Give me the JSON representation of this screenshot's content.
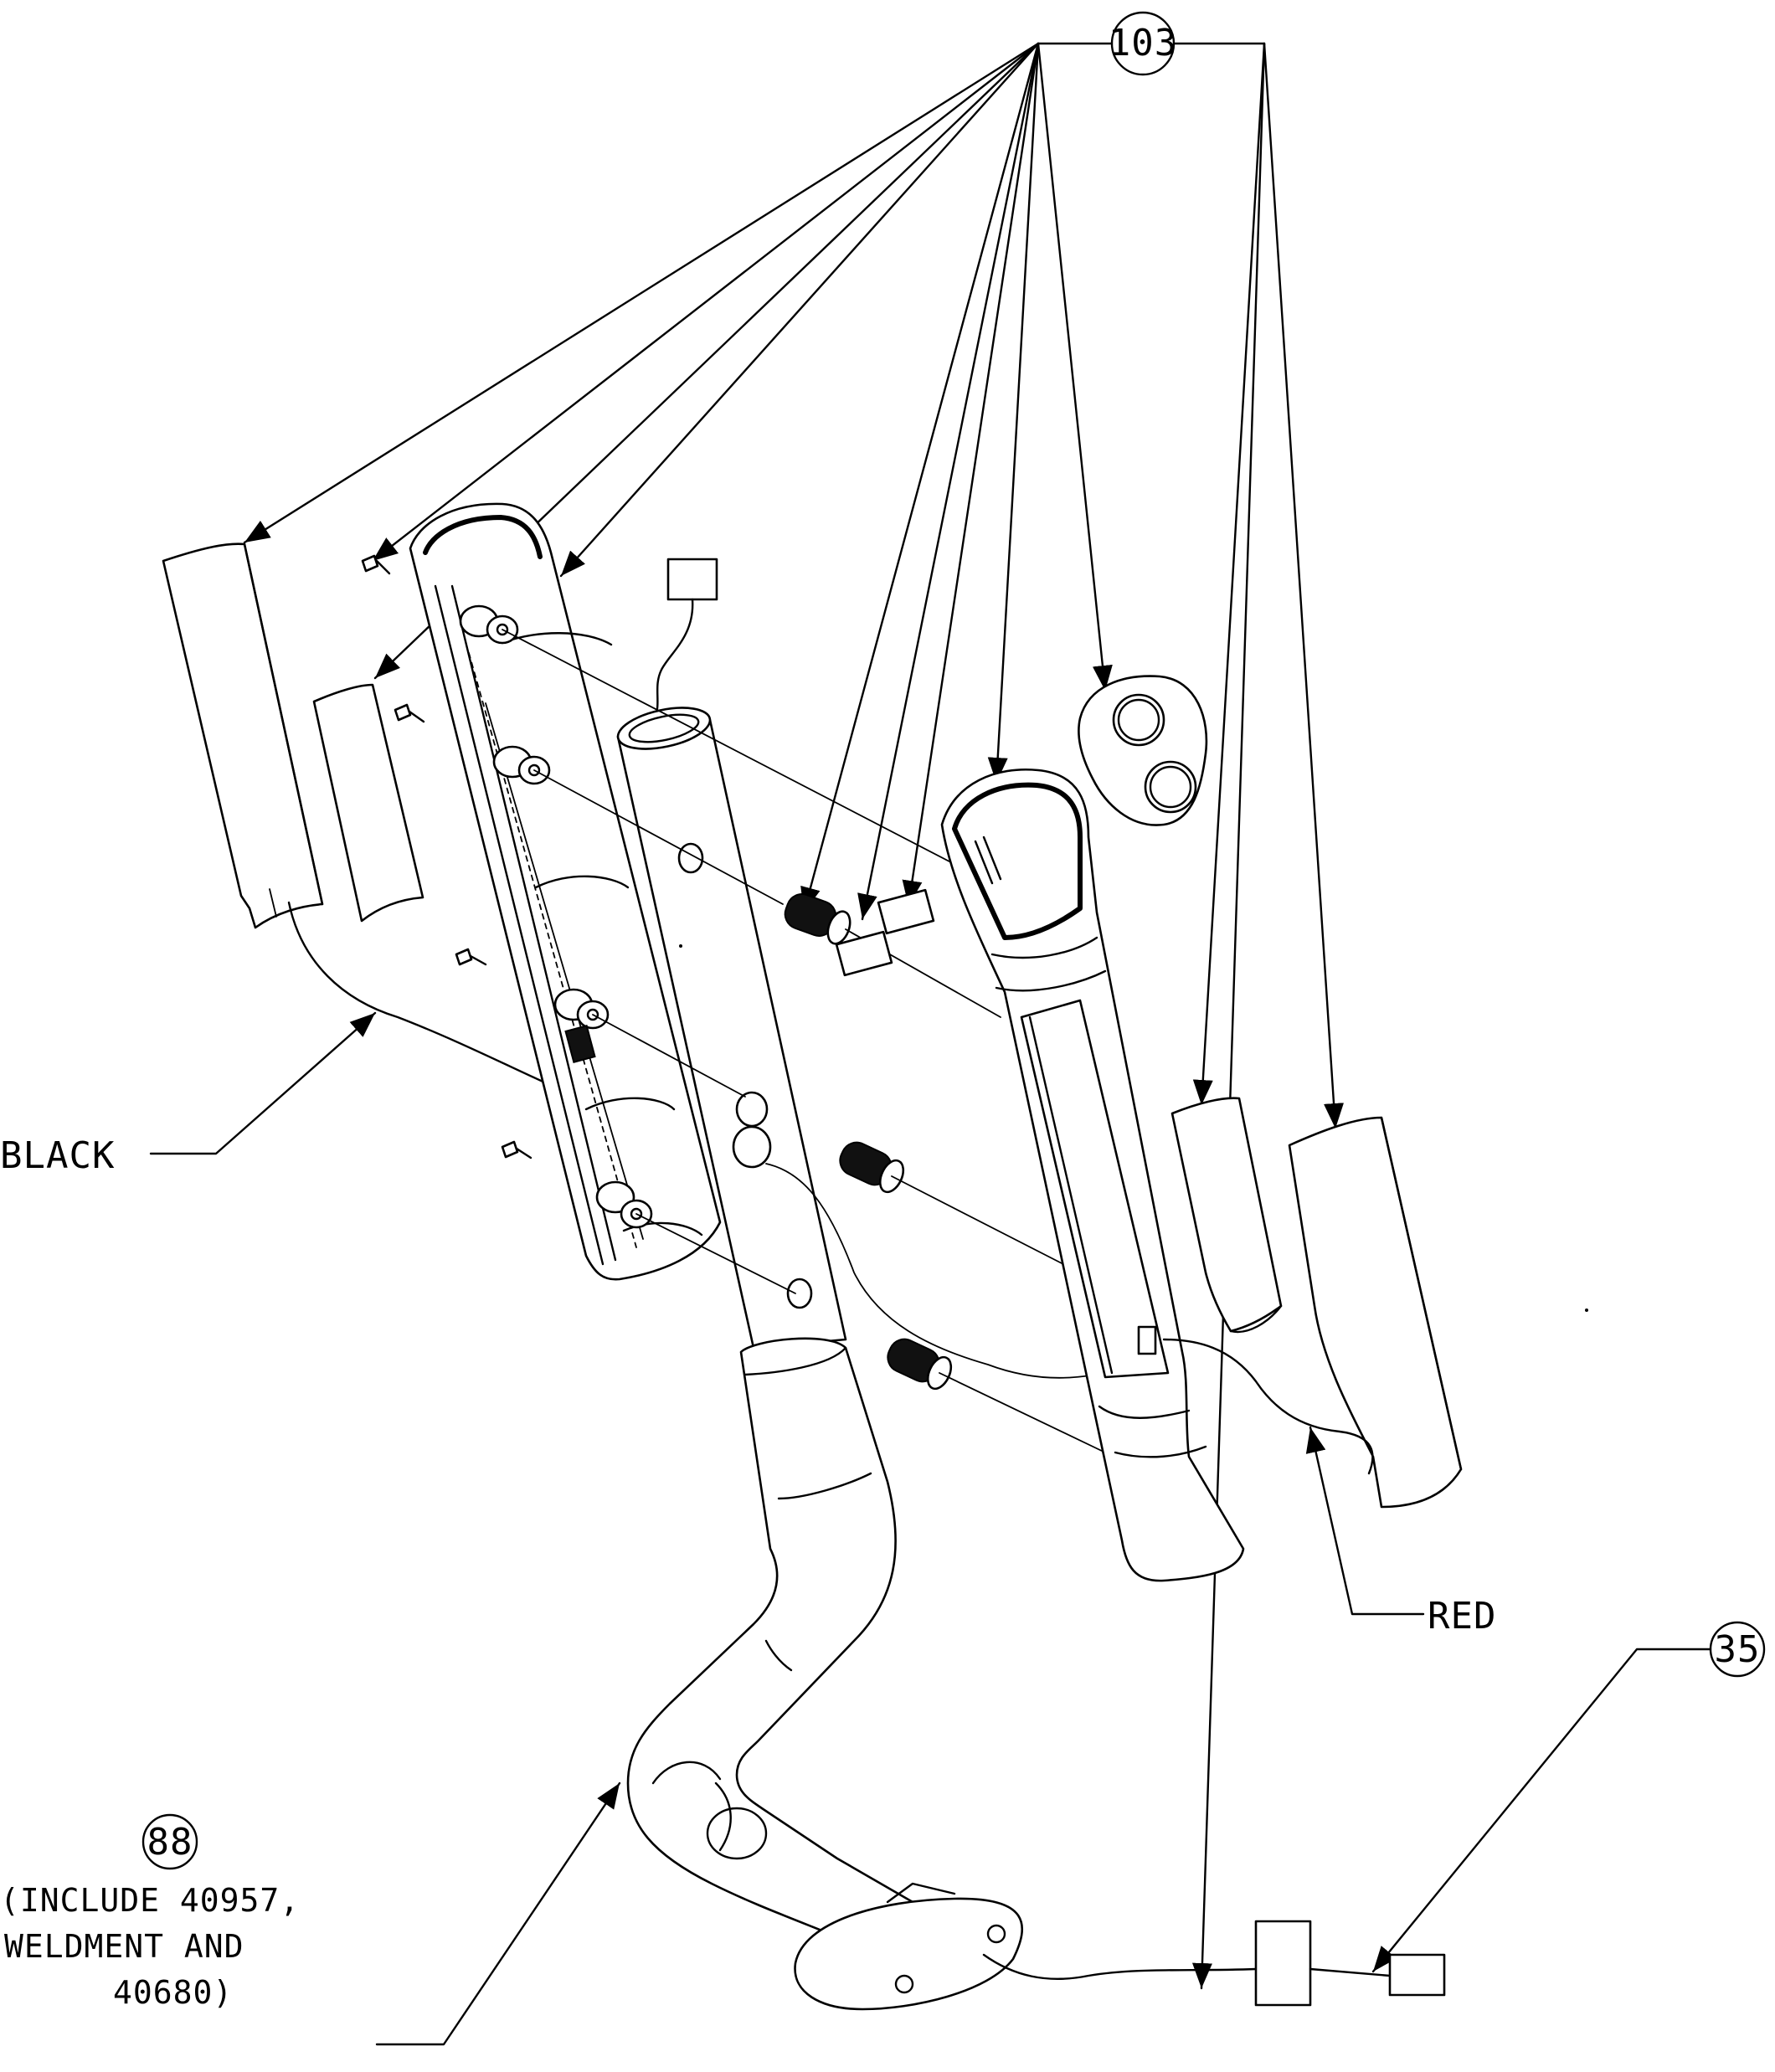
{
  "callouts": {
    "c103": "103",
    "c35": "35",
    "c88": "88"
  },
  "labels": {
    "black": "BLACK",
    "red": "RED",
    "note_line1": "(INCLUDE 40957,",
    "note_line2": "WELDMENT AND",
    "note_line3": "40680)"
  }
}
